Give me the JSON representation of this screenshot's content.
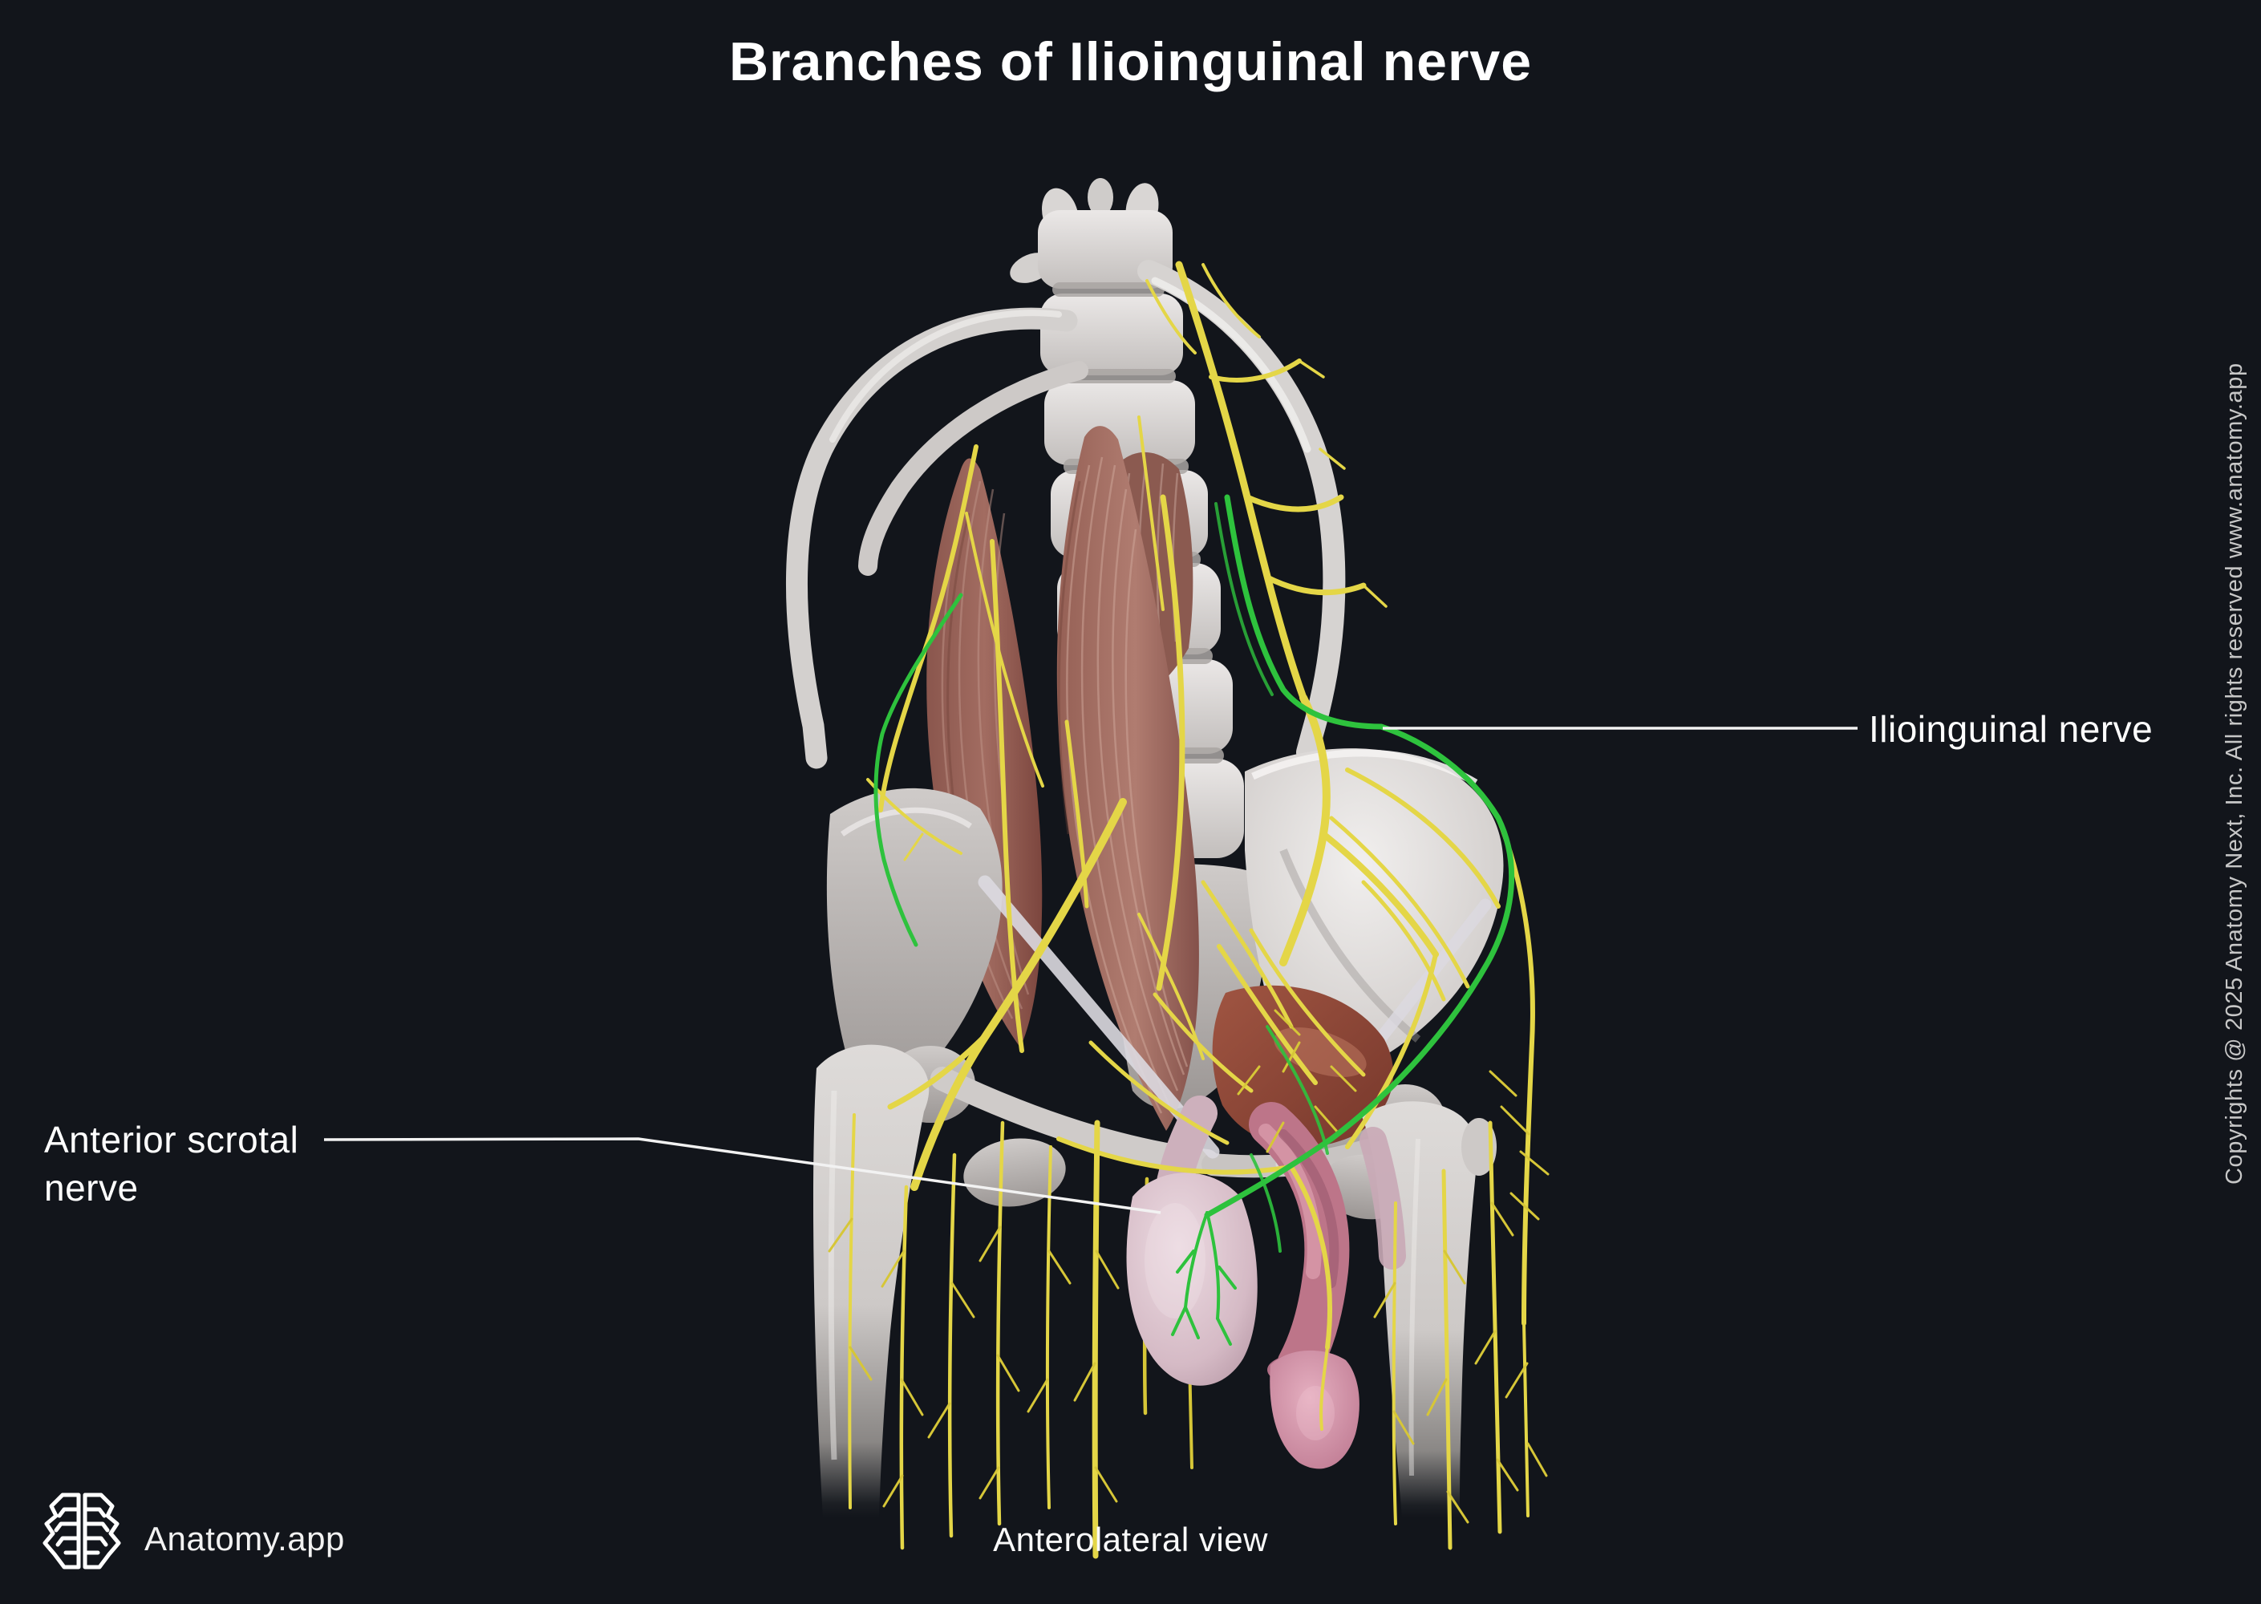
{
  "title": "Branches of Ilioinguinal nerve",
  "annotations": {
    "ilioinguinal": {
      "label": "Ilioinguinal nerve"
    },
    "anterior_scrotal": {
      "label": "Anterior scrotal nerve"
    }
  },
  "footer": {
    "brand": "Anatomy.app",
    "view_caption": "Anterolateral view"
  },
  "copyright": "Copyrights @ 2025 Anatomy Next, Inc. All rights reserved www.anatomy.app",
  "icons": {
    "logo": "brain-circuit-icon"
  },
  "colors": {
    "background": "#12151b",
    "title_text": "#ffffff",
    "label_text": "#ffffff",
    "leader_line": "#f2f2f2",
    "copyright_text": "#c7c7c7",
    "nerve_yellow": "#e4d647",
    "nerve_highlight_green": "#2ec23d",
    "bone": "#d6d2d0",
    "muscle": "#99645a",
    "genital_pink": "#c07d90"
  }
}
